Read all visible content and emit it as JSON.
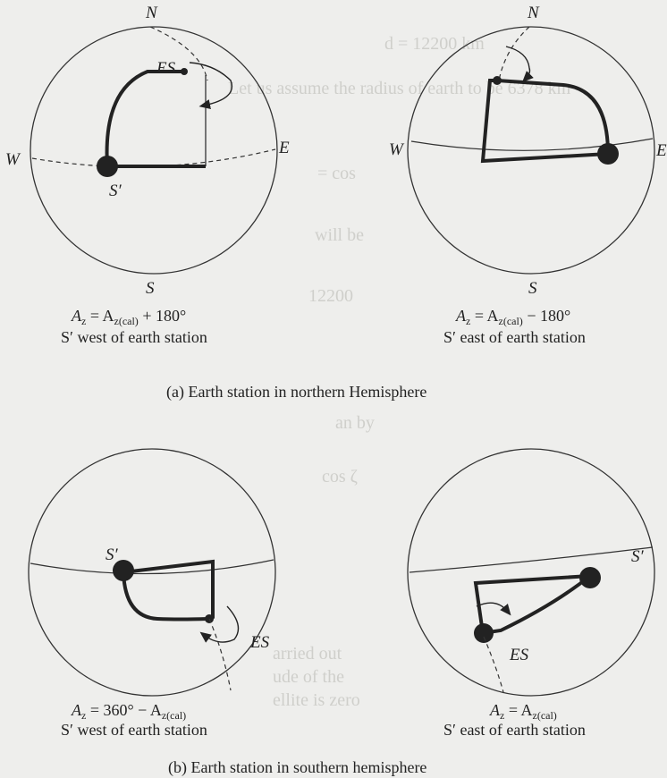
{
  "background_text": {
    "line1": "d = 12200 km",
    "line2": "Let us assume the radius of earth to be 6378 km",
    "line3": "= cos",
    "line4": "will be",
    "line5": "12200",
    "line6": "an by",
    "line7": "cos ζ",
    "line8": "arried out",
    "line9": "ude of the",
    "line10": "ellite is zero"
  },
  "diagrams": {
    "top_left": {
      "north": "N",
      "south": "S",
      "west": "W",
      "east": "E",
      "earth_station": "ES",
      "subsat": "S′",
      "formula_prefix": "A",
      "formula_sub_z": "z",
      "formula_mid": " = A",
      "formula_sub_zcal": "z(cal)",
      "formula_suffix": " + 180°",
      "caption": "S′ west of earth station"
    },
    "top_right": {
      "north": "N",
      "south": "S",
      "west": "W",
      "east": "E",
      "formula_prefix": "A",
      "formula_sub_z": "z",
      "formula_mid": " = A",
      "formula_sub_zcal": "z(cal)",
      "formula_suffix": " − 180°",
      "caption": "S′ east of earth station"
    },
    "bottom_left": {
      "earth_station": "ES",
      "subsat": "S′",
      "formula_prefix": "A",
      "formula_sub_z": "z",
      "formula_mid": " = 360° − A",
      "formula_sub_zcal": "z(cal)",
      "formula_suffix": "",
      "caption": "S′ west of earth station"
    },
    "bottom_right": {
      "earth_station": "ES",
      "subsat": "S′",
      "formula_prefix": "A",
      "formula_sub_z": "z",
      "formula_mid": " = A",
      "formula_sub_zcal": "z(cal)",
      "formula_suffix": "",
      "caption": "S′ east of earth station"
    }
  },
  "captions": {
    "a": "(a) Earth station in northern Hemisphere",
    "b": "(b) Earth station in southern hemisphere"
  }
}
